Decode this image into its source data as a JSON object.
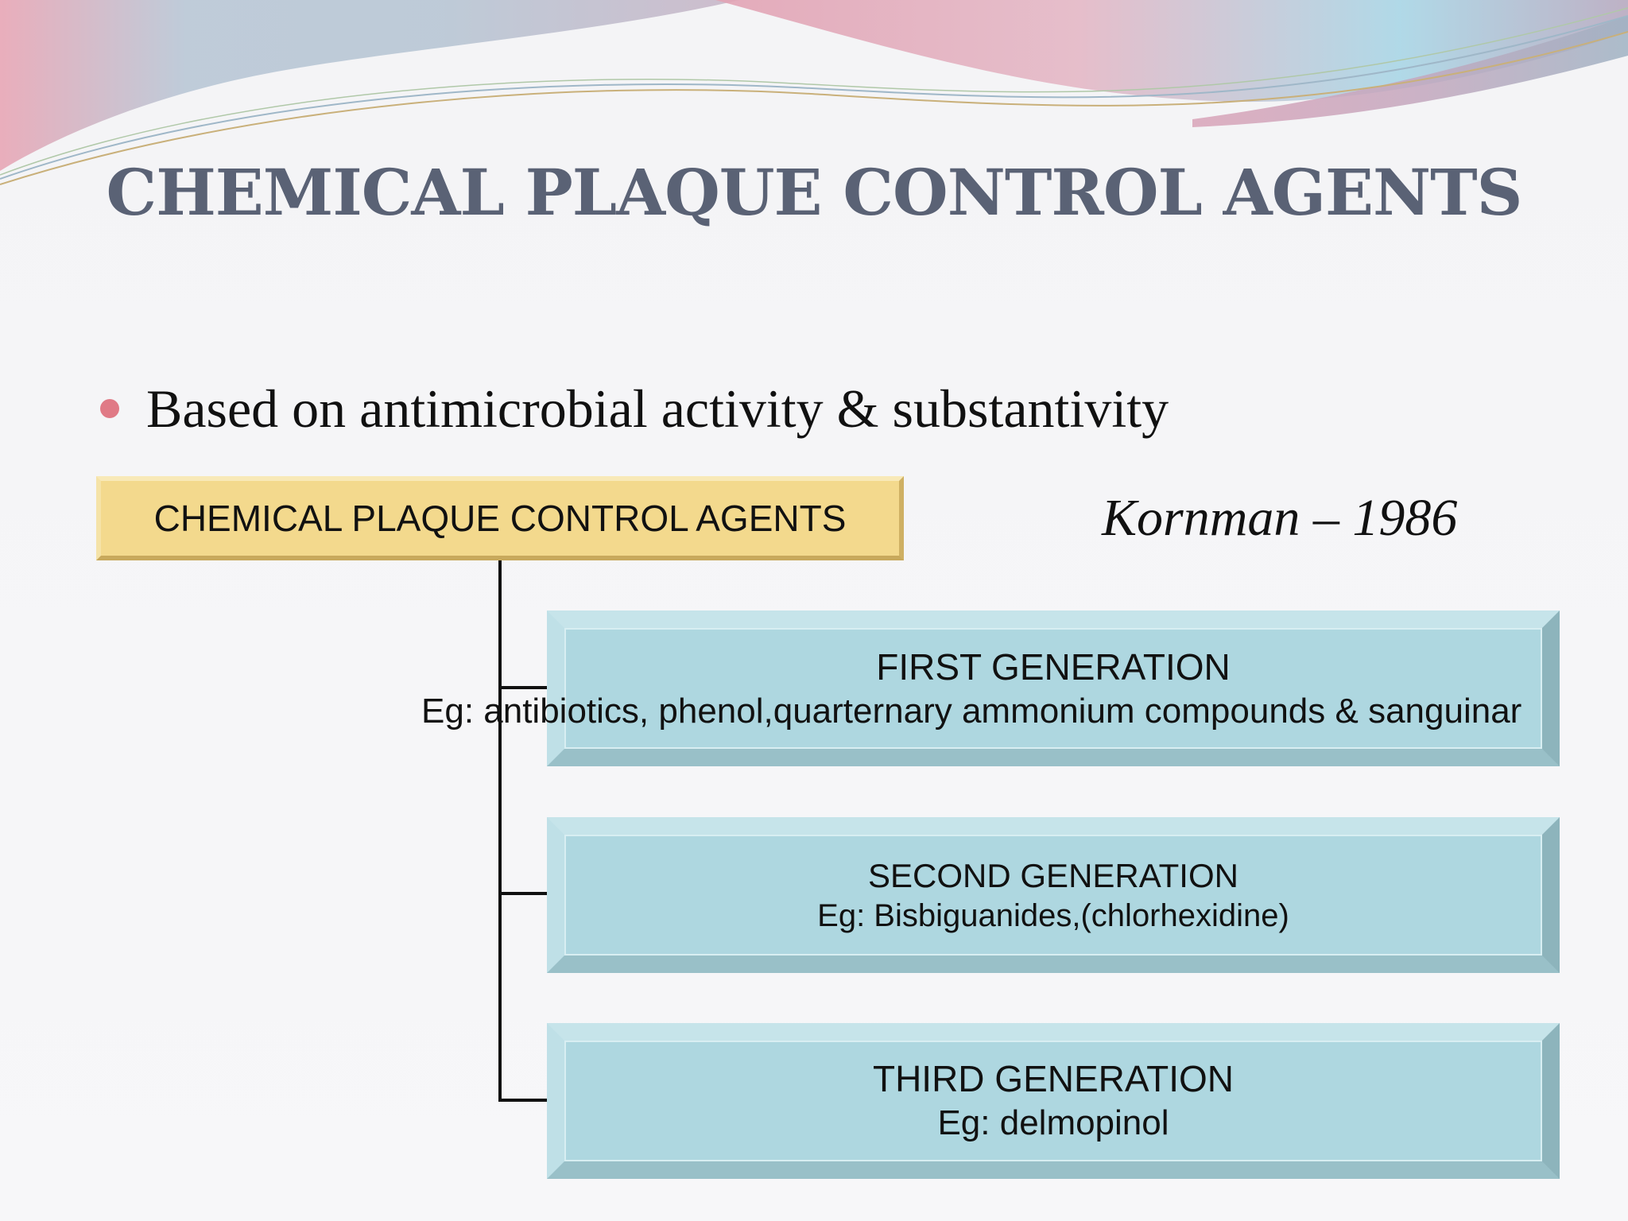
{
  "slide": {
    "title": "CHEMICAL PLAQUE CONTROL AGENTS",
    "bullet": "Based on antimicrobial activity & substantivity",
    "citation": "Kornman – 1986"
  },
  "diagram": {
    "root": "CHEMICAL PLAQUE CONTROL AGENTS",
    "children": [
      {
        "title": "FIRST GENERATION",
        "example": "Eg: antibiotics, phenol,quarternary ammonium compounds & sanguinar"
      },
      {
        "title": "SECOND GENERATION",
        "example": "Eg: Bisbiguanides,(chlorhexidine)"
      },
      {
        "title": "THIRD GENERATION",
        "example": "Eg: delmopinol"
      }
    ]
  },
  "colors": {
    "title": "#5a6275",
    "bullet": "#e07a86",
    "root_box": "#f3d98d",
    "child_box": "#aed7e0",
    "connector": "#111111"
  }
}
